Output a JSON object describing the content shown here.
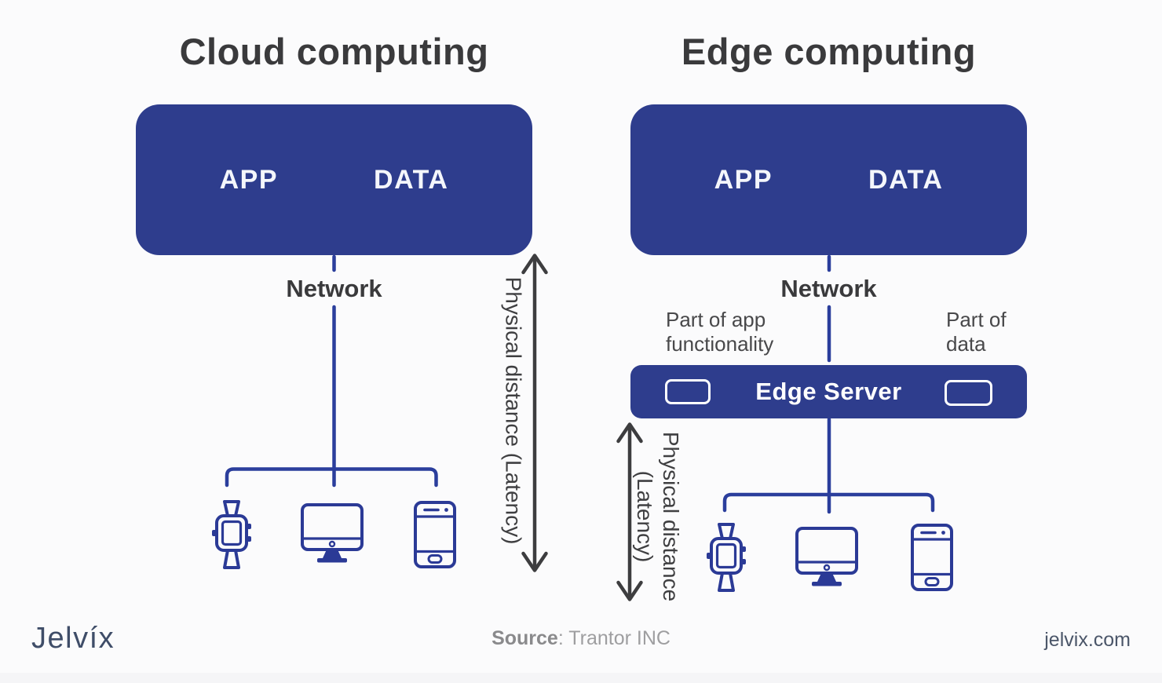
{
  "colors": {
    "box_blue": "#2e3d8d",
    "line_blue": "#2b3e9c",
    "icon_blue": "#2b3a96",
    "arrow_gray": "#3d3d3f",
    "title_gray": "#3a3a3c",
    "text_gray": "#48484a",
    "footer_gray": "#9e9ea0",
    "brand_slate": "#3f4d68"
  },
  "cloud": {
    "title": "Cloud computing",
    "app_label": "APP",
    "data_label": "DATA",
    "network_label": "Network",
    "latency_label": "Physical distance (Latency)",
    "devices": [
      "smartwatch",
      "desktop-computer",
      "smartphone"
    ]
  },
  "edge": {
    "title": "Edge computing",
    "app_label": "APP",
    "data_label": "DATA",
    "network_label": "Network",
    "part_of_app_label": "Part of app functionality",
    "part_of_data_label": "Part of data",
    "server_label": "Edge Server",
    "latency_line1": "Physical distance",
    "latency_line2": "(Latency)",
    "devices": [
      "smartwatch",
      "desktop-computer",
      "smartphone"
    ]
  },
  "footer": {
    "brand": "Jelvíx",
    "source_label": "Source",
    "source_rest": ": Trantor INC",
    "website": "jelvix.com"
  }
}
